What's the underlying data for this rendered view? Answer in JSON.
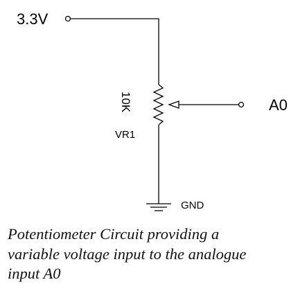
{
  "labels": {
    "supply": "3.3V",
    "output": "A0",
    "resistance": "10K",
    "reference": "VR1",
    "ground": "GND"
  },
  "caption": {
    "lines": [
      "Potentiometer Circuit providing a",
      "variable voltage input to the analogue",
      "input A0"
    ]
  },
  "colors": {
    "wire": "#000000",
    "background": "#ffffff"
  }
}
